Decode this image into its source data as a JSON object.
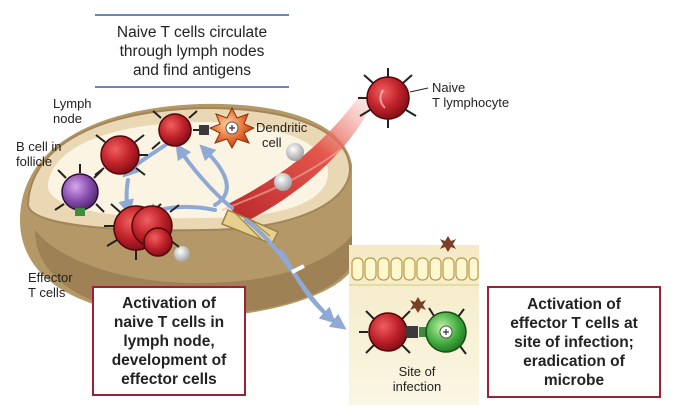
{
  "title": {
    "lines": [
      "Naive T cells circulate",
      "through lymph nodes",
      "and find antigens"
    ]
  },
  "labels": {
    "lymph_node": [
      "Lymph",
      "node"
    ],
    "b_cell": [
      "B cell in",
      "follicle"
    ],
    "dendritic_cell": [
      "Dendritic",
      "cell"
    ],
    "naive_t": [
      "Naive",
      "T lymphocyte"
    ],
    "effector_t": [
      "Effector",
      "T cells"
    ],
    "site_of_infection": [
      "Site of",
      "infection"
    ]
  },
  "captions": {
    "lymph_node_activation": [
      "Activation of",
      "naive T cells in",
      "lymph node,",
      "development of",
      "effector cells"
    ],
    "effector_activation": [
      "Activation of",
      "effector T cells at",
      "site of infection;",
      "eradication of",
      "microbe"
    ]
  },
  "colors": {
    "t_cell": "#c0222a",
    "b_cell": "#8a4fb0",
    "dendritic": "#e2642a",
    "effector_green": "#3faa3c",
    "vessel": "#d9443e",
    "node_tan": "#cdb691",
    "arrow_blue": "#8fa9d6",
    "caption_border": "#9b2236",
    "title_rule": "#6f86b6"
  }
}
